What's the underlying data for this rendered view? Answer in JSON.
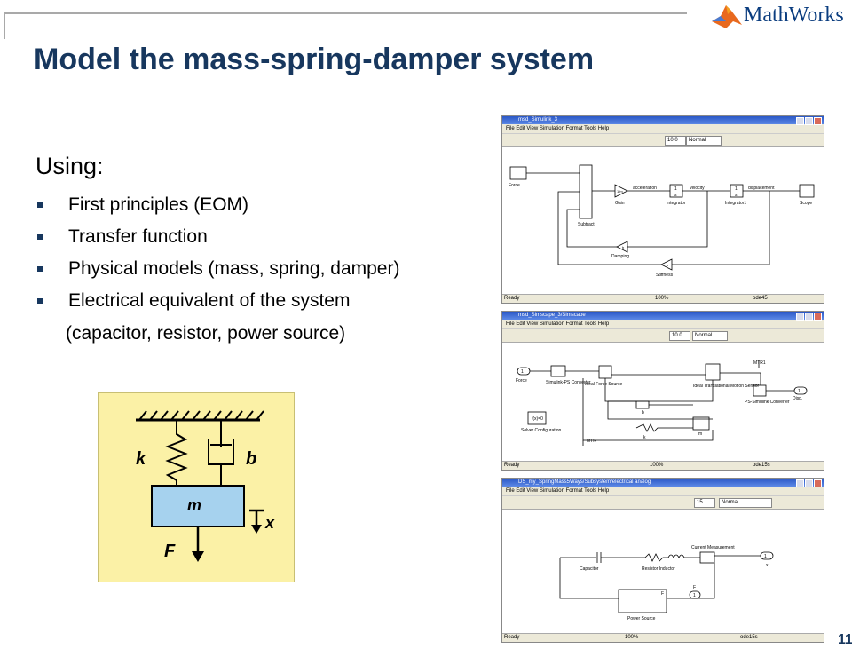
{
  "title": "Model the mass-spring-damper system",
  "logo": {
    "text": "MathWorks",
    "icon": "matlab-membrane-logo"
  },
  "using_label": "Using:",
  "bullets": [
    "First principles (EOM)",
    "Transfer function",
    "Physical models (mass, spring, damper)",
    "Electrical equivalent of the system"
  ],
  "bullet_continuation": "(capacitor, resistor, power source)",
  "diagram": {
    "k": "k",
    "b": "b",
    "m": "m",
    "x": "x",
    "F": "F"
  },
  "win1": {
    "title": "msd_Simulink_3",
    "menu": "File  Edit  View  Simulation  Format  Tools  Help",
    "stop_time": "10.0",
    "mode": "Normal",
    "status_left": "Ready",
    "status_mid": "100%",
    "status_right": "ode45",
    "blocks": {
      "force": "Force",
      "subtract": "Subtract",
      "gain": "Gain",
      "acceleration": "acceleration",
      "integrator": "Integrator",
      "velocity": "velocity",
      "integrator1": "Integrator1",
      "displacement": "displacement",
      "scope": "Scope",
      "damping": "Damping",
      "stiffness": "Stiffness",
      "int_num": "1",
      "int_den": "s",
      "gain_val": "1/m",
      "damp_val": "b",
      "stiff_val": "k"
    }
  },
  "win2": {
    "title": "msd_Simscape_3/Simscape",
    "menu": "File  Edit  View  Simulation  Format  Tools  Help",
    "stop_time": "10.0",
    "mode": "Normal",
    "status_left": "Ready",
    "status_mid": "100%",
    "status_right": "ode15s",
    "blocks": {
      "force": "Force",
      "in_port": "1",
      "out_port": "1",
      "sps_conv": "Simulink-PS Converter",
      "force_src": "Ideal Force Source",
      "motion_sensor": "Ideal Translational Motion Sensor",
      "mtr1": "MTR1",
      "ps_sim": "PS-Simulink Converter",
      "disp": "Disp.",
      "solver": "Solver Configuration",
      "solver_glyph": "f(x)=0",
      "mtr": "MTR",
      "b": "b",
      "k": "k",
      "m": "m"
    }
  },
  "win3": {
    "title": "DS_my_SpringMass5Ways/Subsystem/electrical analog",
    "menu": "File  Edit  View  Simulation  Format  Tools  Help",
    "stop_time": "15",
    "mode": "Normal",
    "status_left": "Ready",
    "status_mid": "100%",
    "status_right": "ode15s",
    "blocks": {
      "current_meas": "Current Measurement",
      "capacitor": "Capacitor",
      "resistor_inductor": "Resistor Inductor",
      "x": "x",
      "x_port": "1",
      "f": "F",
      "f_port": "1",
      "f_in": "F",
      "power_source": "Power Source"
    }
  },
  "page_number": "11"
}
